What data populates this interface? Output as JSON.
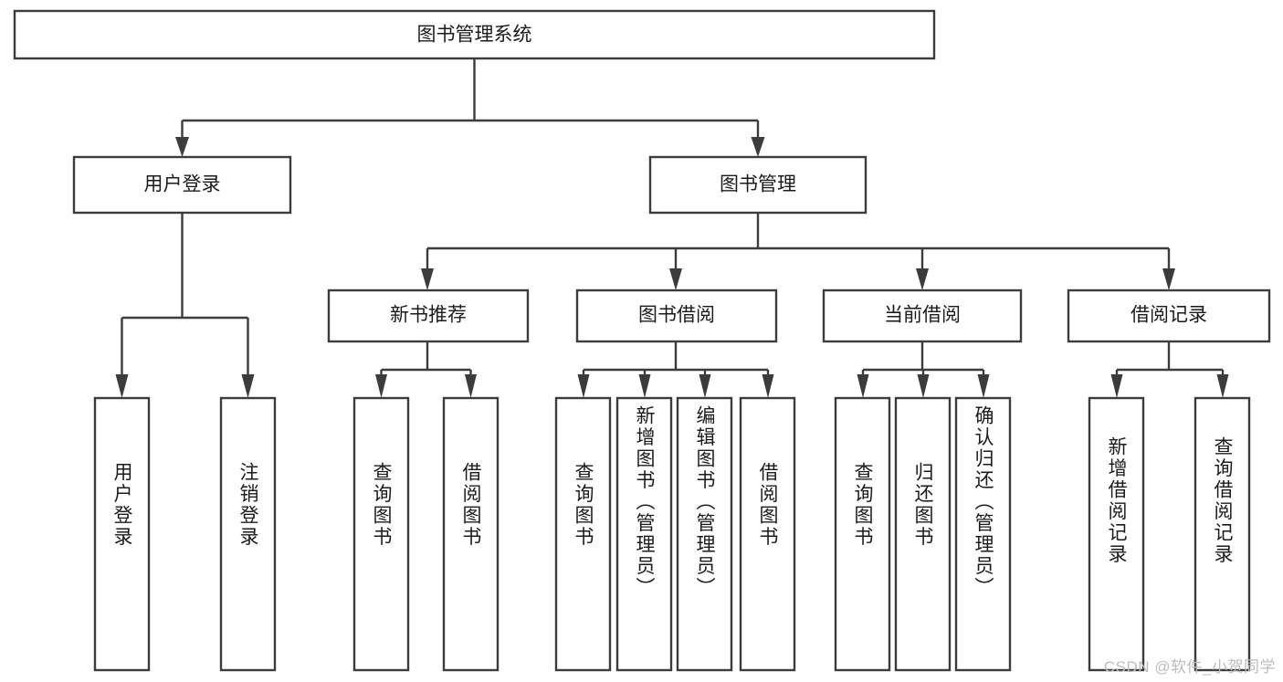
{
  "diagram": {
    "type": "tree-hierarchy-diagram",
    "colors": {
      "background": "#ffffff",
      "stroke": "#3c3c3c",
      "box_fill": "#ffffff",
      "text": "#1b1b1b",
      "watermark": "#bdbdbd"
    },
    "root": {
      "label": "图书管理系统"
    },
    "level2": [
      {
        "label": "用户登录"
      },
      {
        "label": "图书管理"
      }
    ],
    "level3": [
      {
        "label": "新书推荐"
      },
      {
        "label": "图书借阅"
      },
      {
        "label": "当前借阅"
      },
      {
        "label": "借阅记录"
      }
    ],
    "leaves": {
      "user_login": [
        {
          "label": "用户登录"
        },
        {
          "label": "注销登录"
        }
      ],
      "new_book_recommend": [
        {
          "label": "查询图书"
        },
        {
          "label": "借阅图书"
        }
      ],
      "book_borrow": [
        {
          "label": "查询图书"
        },
        {
          "label": "新增图书（管理员）"
        },
        {
          "label": "编辑图书（管理员）"
        },
        {
          "label": "借阅图书"
        }
      ],
      "current_borrow": [
        {
          "label": "查询图书"
        },
        {
          "label": "归还图书"
        },
        {
          "label": "确认归还（管理员）"
        }
      ],
      "borrow_record": [
        {
          "label": "新增借阅记录"
        },
        {
          "label": "查询借阅记录"
        }
      ]
    }
  },
  "watermark": {
    "text": "CSDN @软件_小贺同学"
  }
}
